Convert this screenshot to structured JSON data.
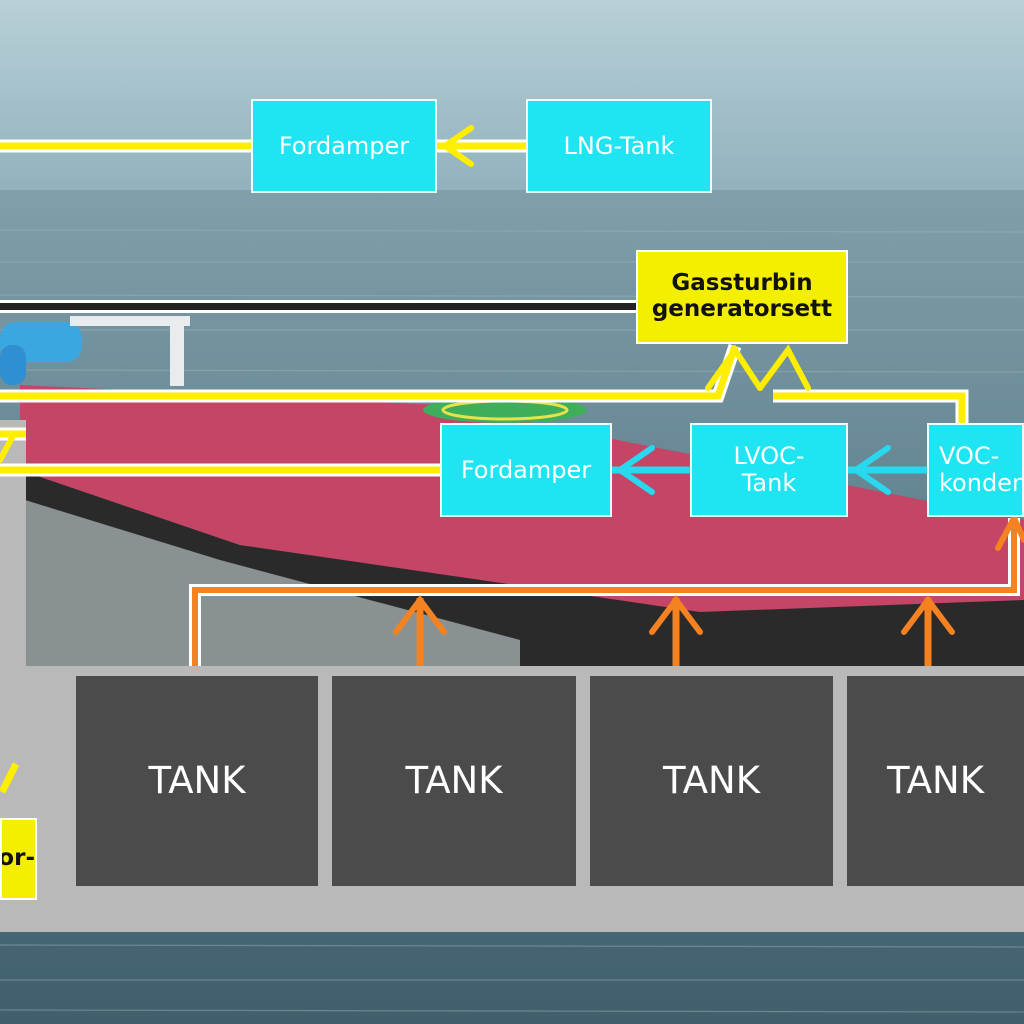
{
  "colors": {
    "gas_line": "#ffee00",
    "cyan_flow": "#28d8ee",
    "orange_flow": "#f58220",
    "hull_frame": "#b9b9b9",
    "tank_fill": "#4b4b4b",
    "deck": "#c44566"
  },
  "nodes": {
    "fordamper_top": "Fordamper",
    "lng_tank": "LNG-Tank",
    "gassturbin": "Gassturbin\ngeneratorsett",
    "fordamper_mid": "Fordamper",
    "lvoc_tank": "LVOC-\nTank",
    "voc_kondensator": "VOC-\nkondensator",
    "generator_partial": "or-"
  },
  "tanks": [
    "TANK",
    "TANK",
    "TANK",
    "TANK"
  ]
}
